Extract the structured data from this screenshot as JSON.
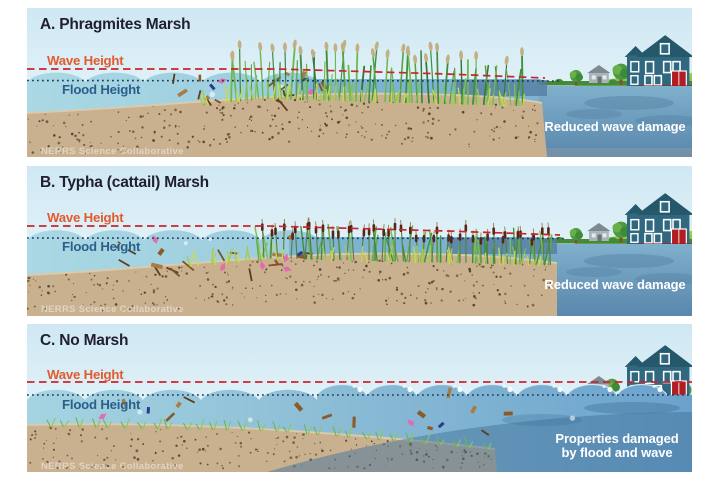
{
  "panels": [
    {
      "label": "A. Phragmites Marsh",
      "wave_height_label": "Wave Height",
      "flood_height_label": "Flood Height",
      "impact_caption": "Reduced wave damage",
      "watermark": "NERRS Science Collaborative"
    },
    {
      "label": "B. Typha (cattail) Marsh",
      "wave_height_label": "Wave Height",
      "flood_height_label": "Flood Height",
      "impact_caption": "Reduced wave damage",
      "watermark": "NERRS Science Collaborative"
    },
    {
      "label": "C. No Marsh",
      "wave_height_label": "Wave Height",
      "flood_height_label": "Flood Height",
      "impact_caption_line1": "Properties damaged",
      "impact_caption_line2": "by flood and wave",
      "watermark": "NERRS Science Collaborative"
    }
  ],
  "colors": {
    "wave_height_label": "#e25a2d",
    "wave_height_line": "#c9252b",
    "flood_height_label": "#2b5f8a",
    "flood_height_line": "#1c3c5e",
    "house_body": "#30697f",
    "house_door": "#b11d22",
    "caption_text": "#ffffff"
  }
}
